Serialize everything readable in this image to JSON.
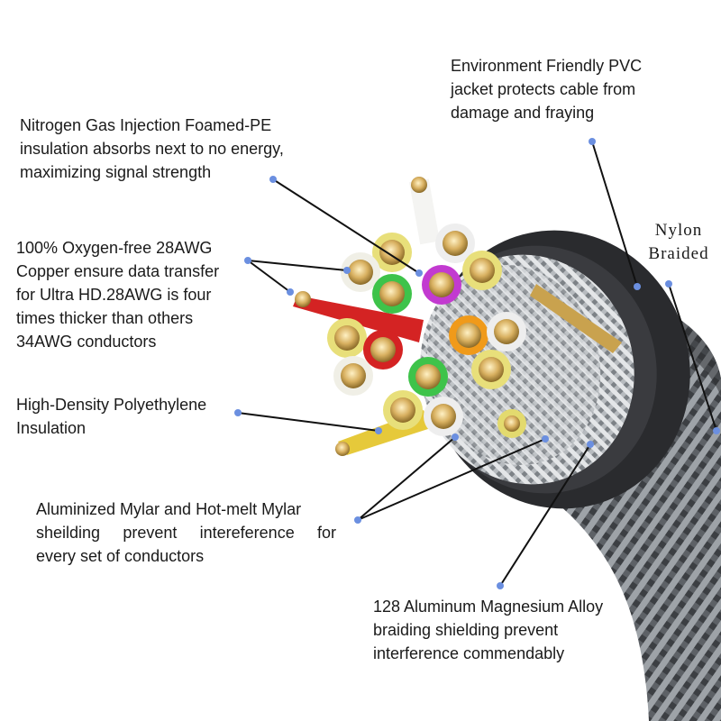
{
  "labels": {
    "pvc_jacket": [
      "Environment Friendly PVC",
      "jacket protects cable from",
      "damage and fraying"
    ],
    "foamed_pe": [
      "Nitrogen Gas Injection Foamed-PE",
      "insulation absorbs next to no energy,",
      "maximizing signal strength"
    ],
    "copper": [
      "100% Oxygen-free 28AWG",
      "Copper ensure data transfer",
      "for Ultra HD.28AWG is four",
      "times thicker than others",
      "34AWG conductors"
    ],
    "nylon": [
      "Nylon",
      "Braided"
    ],
    "hdpe": [
      "High-Density Polyethylene",
      "Insulation"
    ],
    "mylar": [
      "Aluminized Mylar and Hot-melt Mylar",
      "sheilding prevent intereference for",
      "every set of conductors"
    ],
    "braiding": [
      "128 Aluminum Magnesium Alloy",
      "braiding shielding prevent",
      "interference commendably"
    ]
  },
  "colors": {
    "dot": "#6b8fe0",
    "leader": "#111111",
    "jacket": "#2a2b2e",
    "braid": "#8d9196",
    "copper": "#c9a24e"
  }
}
